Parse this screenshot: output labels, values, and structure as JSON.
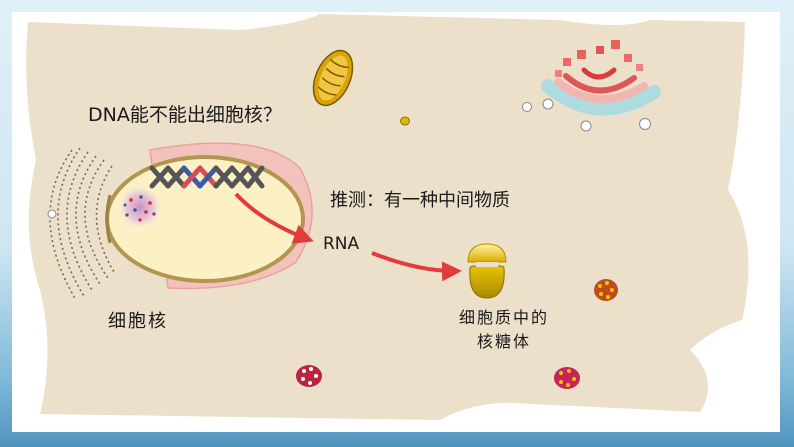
{
  "question": "DNA能不能出细胞核？",
  "hypothesis": "推测：有一种中间物质",
  "rna_label": "RNA",
  "nucleus_label": "细胞核",
  "ribosome_label": {
    "line1": "细胞质中的",
    "line2": "核糖体"
  },
  "colors": {
    "cytoplasm": "#ece0cb",
    "nucleus_fill": "#fbf1c4",
    "nucleus_edge": "#b2964f",
    "arrow": "#e23b3b",
    "ribosome": "#e0b800",
    "dna_dark": "#4a4a4a",
    "dna_red": "#d84b58",
    "dna_blue": "#3d5aa8"
  },
  "icons": [
    "mitochondrion-icon",
    "golgi-icon",
    "endoplasmic-reticulum-icon",
    "vesicle-icon",
    "dna-helix-icon",
    "ribosome-icon"
  ]
}
